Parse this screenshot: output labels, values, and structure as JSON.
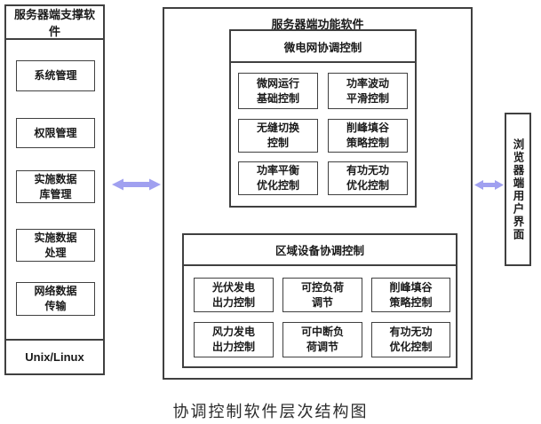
{
  "colors": {
    "arrow": "#a0a0f0",
    "border": "#404040"
  },
  "caption": "协调控制软件层次结构图",
  "left_panel": {
    "title": "服务器端支撑软件",
    "items": [
      "系统管理",
      "权限管理",
      "实施数据\n库管理",
      "实施数据\n处理",
      "网络数据\n传输"
    ],
    "footer": "Unix/Linux"
  },
  "middle_panel": {
    "title": "服务器端功能软件",
    "groups": [
      {
        "title": "微电网协调控制",
        "cells": [
          "微网运行\n基础控制",
          "功率波动\n平滑控制",
          "无缝切换\n控制",
          "削峰填谷\n策略控制",
          "功率平衡\n优化控制",
          "有功无功\n优化控制"
        ]
      },
      {
        "title": "区域设备协调控制",
        "cells": [
          "光伏发电\n出力控制",
          "可控负荷\n调节",
          "削峰填谷\n策略控制",
          "风力发电\n出力控制",
          "可中断负\n荷调节",
          "有功无功\n优化控制"
        ]
      }
    ]
  },
  "right_panel": {
    "title": "浏览器端用户界面"
  }
}
